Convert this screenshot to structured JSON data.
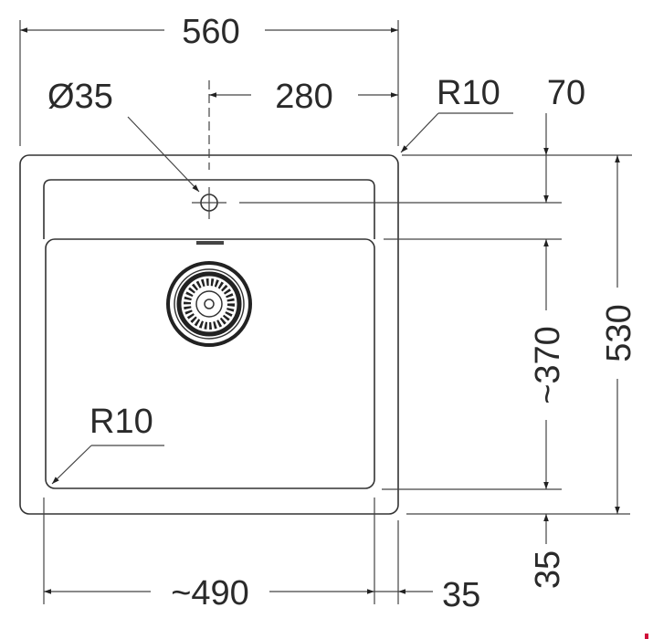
{
  "dimensions": {
    "overall_width": "560",
    "tap_offset": "280",
    "tap_hole_diameter": "Ø35",
    "corner_radius_outer": "R10",
    "top_margin": "70",
    "bowl_depth": "~370",
    "overall_depth": "530",
    "corner_radius_bowl": "R10",
    "bottom_margin": "35",
    "bowl_width": "~490",
    "side_margin": "35"
  },
  "colors": {
    "line": "#333333",
    "accent_mark": "#d0103a"
  }
}
